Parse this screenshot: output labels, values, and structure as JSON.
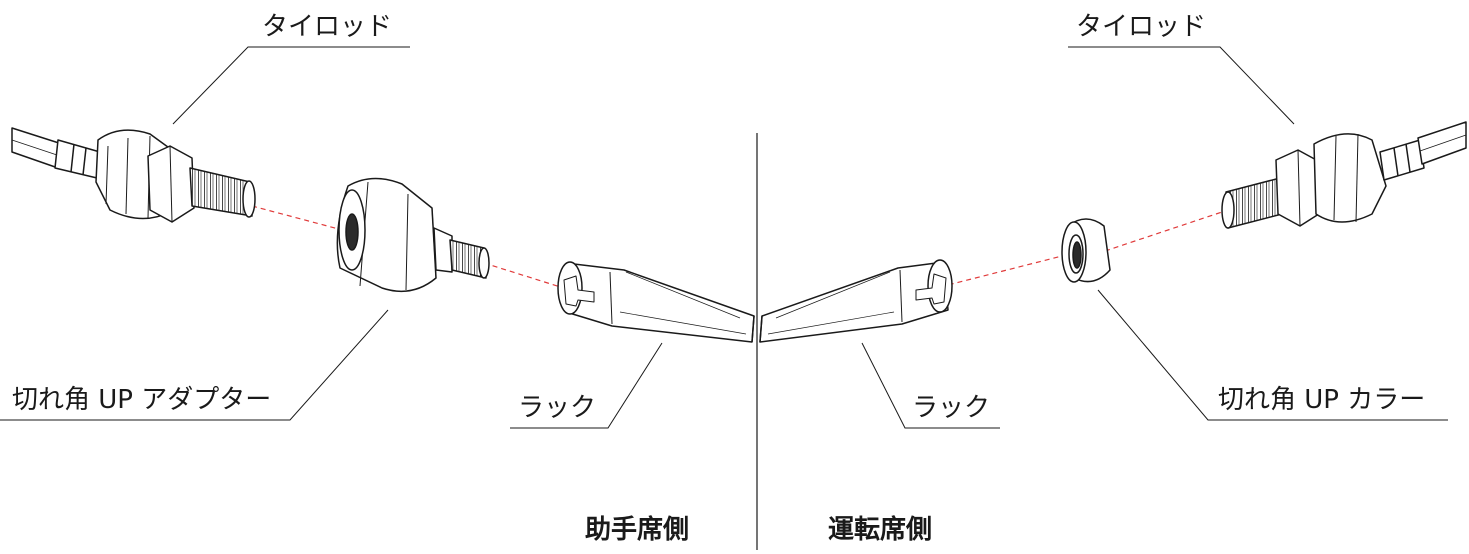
{
  "labels": {
    "left_tierod": "タイロッド",
    "right_tierod": "タイロッド",
    "adapter": "切れ角 UP アダプター",
    "left_rack": "ラック",
    "right_rack": "ラック",
    "collar": "切れ角 UP カラー"
  },
  "sides": {
    "passenger": "助手席側",
    "driver": "運転席側"
  },
  "colors": {
    "line": "#1a1a1a",
    "guide": "#e03a3a",
    "fill": "#ffffff",
    "shade": "#2b2b2b"
  }
}
